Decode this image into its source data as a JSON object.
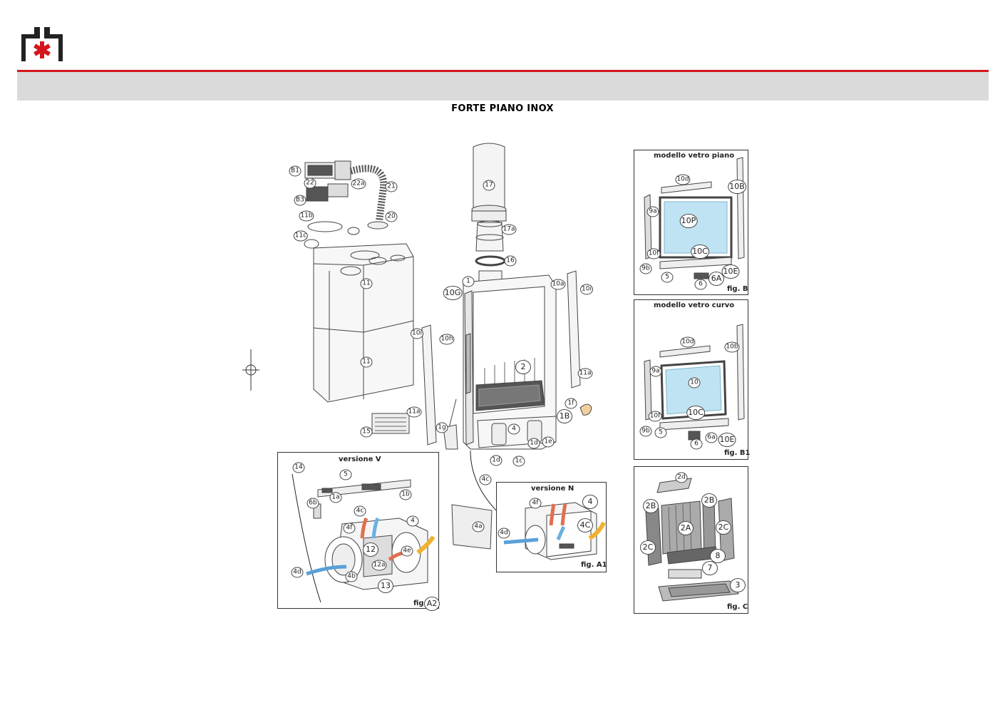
{
  "header": {
    "title": "FORTE PIANO INOX"
  },
  "colors": {
    "accent": "#d4161c",
    "bar": "#dadada"
  },
  "labels": {
    "b1": "B1",
    "l22": "22",
    "l22a": "22a",
    "l21": "21",
    "b3": "B3",
    "l20": "20",
    "l11b": "11b",
    "l11c": "11c",
    "l11_top": "11",
    "l11_mid": "11",
    "l11a_l": "11a",
    "l15": "15",
    "l17": "17",
    "l17a": "17a",
    "l16": "16",
    "l1": "1",
    "l10G": "10G",
    "l10a": "10a",
    "l10i_r": "10i",
    "l10i_l": "10i",
    "l10h": "10h",
    "l2": "2",
    "l11a_r": "11a",
    "l1f": "1f",
    "l1B": "1B",
    "l4_mid": "4",
    "l1g": "1g",
    "l1d_a": "1d",
    "l1e": "1e",
    "l1d_b": "1d",
    "l1c": "1c",
    "l4c_mid": "4c",
    "l4a": "4a"
  },
  "fig_b": {
    "title": "modello vetro piano",
    "fig": "fig. B",
    "labels": {
      "l10d": "10d",
      "l10B": "10B",
      "l9a": "9a",
      "l10P": "10P",
      "l10f": "10f",
      "l10C": "10C",
      "l10E": "10E",
      "l9b": "9b",
      "l5": "5",
      "l6A": "6A",
      "l6": "6"
    }
  },
  "fig_b1": {
    "title": "modello vetro curvo",
    "fig": "fig. B1",
    "labels": {
      "l10d": "10d",
      "l10b": "10b",
      "l9a": "9a",
      "l10": "10",
      "l10f": "10f",
      "l10C": "10C",
      "l9b": "9b",
      "l5": "5",
      "l6a": "6a",
      "l10E": "10E",
      "l6": "6"
    }
  },
  "fig_c": {
    "fig": "fig. C",
    "labels": {
      "l2d": "2d",
      "l2B_l": "2B",
      "l2B_r": "2B",
      "l2A": "2A",
      "l2C_r": "2C",
      "l2C_l": "2C",
      "l8": "8",
      "l7": "7",
      "l3": "3"
    }
  },
  "fig_a2": {
    "title": "versione V",
    "fig": "fig",
    "fig_num": "A2",
    "labels": {
      "l14": "14",
      "l5": "5",
      "l1a": "1a",
      "l1b": "1b",
      "l6b": "6b",
      "l4c": "4c",
      "l4": "4",
      "l4f": "4f",
      "l12": "12",
      "l4e": "4e",
      "l4d": "4d",
      "l4b": "4b",
      "l12a": "12a",
      "l13": "13"
    }
  },
  "fig_a1": {
    "title": "versione N",
    "fig": "fig. A1",
    "labels": {
      "l4f": "4f",
      "l4": "4",
      "l4C": "4C",
      "l4d": "4d"
    }
  }
}
